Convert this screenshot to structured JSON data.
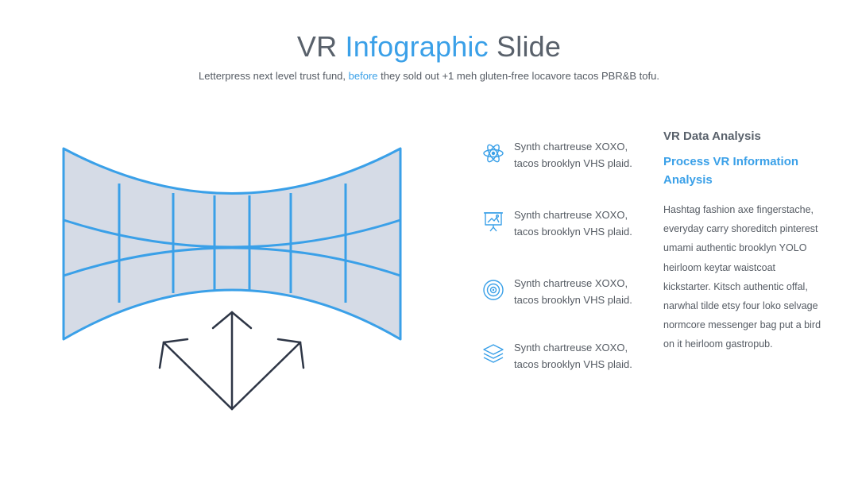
{
  "header": {
    "title_part1": "VR ",
    "title_accent": "Infographic",
    "title_part2": " Slide",
    "subtitle_part1": "Letterpress next level trust fund, ",
    "subtitle_accent": "before",
    "subtitle_part2": " they sold out +1 meh gluten-free locavore tacos PBR&B tofu."
  },
  "features": [
    {
      "icon": "atom-icon",
      "line1": "Synth chartreuse XOXO,",
      "line2": "tacos brooklyn VHS plaid."
    },
    {
      "icon": "presentation-board-icon",
      "line1": "Synth chartreuse XOXO,",
      "line2": "tacos brooklyn VHS plaid."
    },
    {
      "icon": "target-icon",
      "line1": "Synth chartreuse XOXO,",
      "line2": "tacos brooklyn VHS plaid."
    },
    {
      "icon": "layers-icon",
      "line1": "Synth chartreuse XOXO,",
      "line2": "tacos brooklyn VHS plaid."
    }
  ],
  "panel": {
    "heading": "VR Data Analysis",
    "subheading_line1": "Process VR Information",
    "subheading_line2": "Analysis",
    "body": "Hashtag fashion axe fingerstache, everyday carry shoreditch pinterest umami authentic brooklyn YOLO heirloom keytar waistcoat kickstarter. Kitsch authentic offal, narwhal tilde etsy four loko selvage normcore messenger bag put a bird on it heirloom gastropub."
  },
  "colors": {
    "accent": "#3aa0e8",
    "text": "#555b63",
    "heading": "#59616b",
    "screen_fill": "#d5dbe6",
    "arrow": "#2e3646"
  }
}
